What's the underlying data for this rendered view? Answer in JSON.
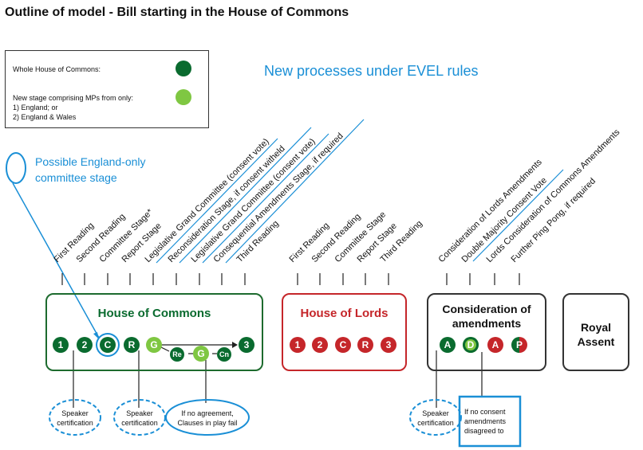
{
  "title": "Outline of model - Bill starting in the House of Commons",
  "legend": {
    "whole_house": "Whole House of Commons:",
    "new_stage": [
      "New stage comprising MPs from only:",
      "1) England; or",
      "2) England & Wales"
    ],
    "colors": {
      "dark_green": "#0a6b2f",
      "light_green": "#7fc742"
    }
  },
  "annotations": {
    "evel": "New processes under EVEL rules",
    "england_committee": [
      "Possible England-only",
      "committee stage"
    ]
  },
  "commons": {
    "title": "House of Commons",
    "stages": [
      "First Reading",
      "Second Reading",
      "Committee Stage*",
      "Report Stage",
      "Legislative Grand Committee (consent vote)",
      "Reconsideration Stage, if consent witheld",
      "Legislative Grand Committee (consent vote)",
      "Consequential Amendments Stage, if required",
      "Third Reading"
    ],
    "circles": [
      "1",
      "2",
      "C",
      "R",
      "G",
      "Re",
      "G",
      "Cn",
      "3"
    ]
  },
  "lords": {
    "title": "House of Lords",
    "stages": [
      "First Reading",
      "Second Reading",
      "Committee Stage",
      "Report Stage",
      "Third Reading"
    ],
    "circles": [
      "1",
      "2",
      "C",
      "R",
      "3"
    ]
  },
  "amendments": {
    "title": [
      "Consideration of",
      "amendments"
    ],
    "stages": [
      "Consideration of Lords Amendments",
      "Double Majority Consent Vote",
      "Lords Consideration of Commons Amendments",
      "Further Ping Pong, if required"
    ],
    "circles": [
      "A",
      "D",
      "A",
      "P"
    ]
  },
  "royal": {
    "title": [
      "Royal",
      "Assent"
    ]
  },
  "notes": {
    "speaker1": [
      "Speaker",
      "certification"
    ],
    "speaker2": [
      "Speaker",
      "certification"
    ],
    "no_agreement": [
      "If no agreement,",
      "Clauses in play fail"
    ],
    "speaker3": [
      "Speaker",
      "certification"
    ],
    "no_consent": [
      "If no consent",
      "amendments",
      "disagreed to"
    ]
  }
}
